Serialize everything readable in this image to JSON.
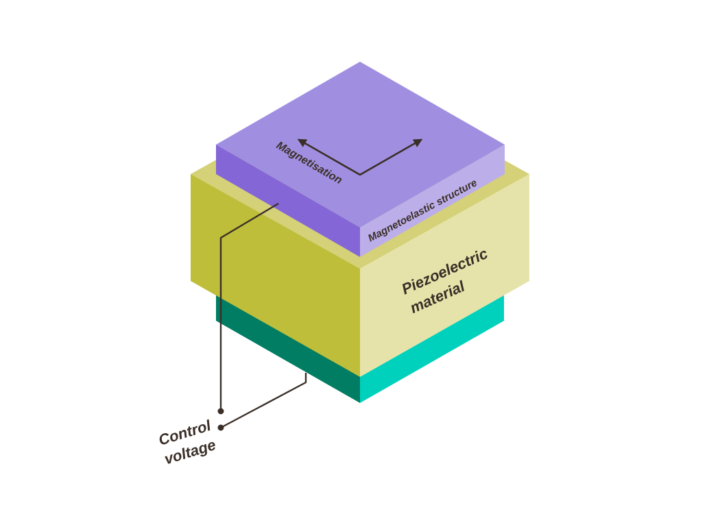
{
  "labels": {
    "magnetisation": "Magnetisation",
    "magnetoelastic_structure": "Magnetoelastic structure",
    "piezoelectric_line1": "Piezoelectric",
    "piezoelectric_line2": "material",
    "control_line1": "Control",
    "control_line2": "voltage"
  },
  "colors": {
    "magnetoelastic_top": "#a08fe0",
    "magnetoelastic_left": "#8466d6",
    "magnetoelastic_right": "#bcaee8",
    "piezo_top": "#d4d178",
    "piezo_left": "#bfbe3a",
    "piezo_right": "#e6e3aa",
    "base_left": "#007d63",
    "base_right": "#00d1bc",
    "wire": "#3a2f28",
    "text": "#3a2f28"
  },
  "icons": [
    "magnetisation-arrows-icon",
    "terminal-dot-icon"
  ]
}
